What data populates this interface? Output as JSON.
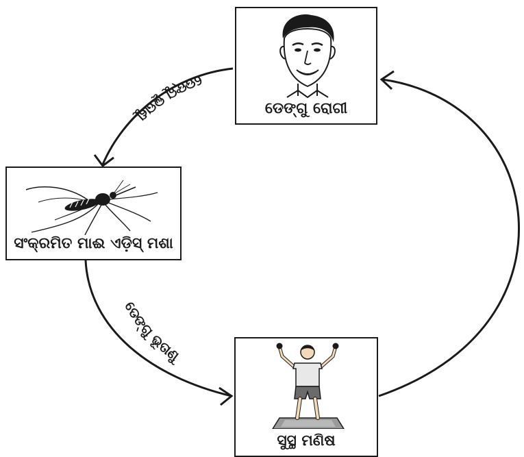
{
  "nodes": {
    "patient": {
      "label": "ଡେଙ୍ଗୁ ରୋଗୀ",
      "icon": "man-face-icon"
    },
    "mosquito": {
      "label": "ସଂକ୍ରମିତ ମାଈ ଏଡ଼ିସ୍ ମଶା",
      "icon": "mosquito-icon"
    },
    "healthy": {
      "label": "ସୁସ୍ଥ ମଣିଷ",
      "icon": "boy-exercising-icon"
    }
  },
  "edges": {
    "patient_to_mosquito": {
      "label": "ଡେଙ୍ଗୁ ଭୂତାଣୁ"
    },
    "mosquito_to_healthy": {
      "label": "ଡେଙ୍ଗୁ ଭୂତାଣୁ"
    },
    "healthy_to_patient": {
      "label": ""
    }
  },
  "colors": {
    "line": "#1a1a1a",
    "skin": "#f3d9b8",
    "shirt": "#e8e8e8",
    "shorts": "#6b6b6b",
    "mat": "#9a9a9a"
  }
}
